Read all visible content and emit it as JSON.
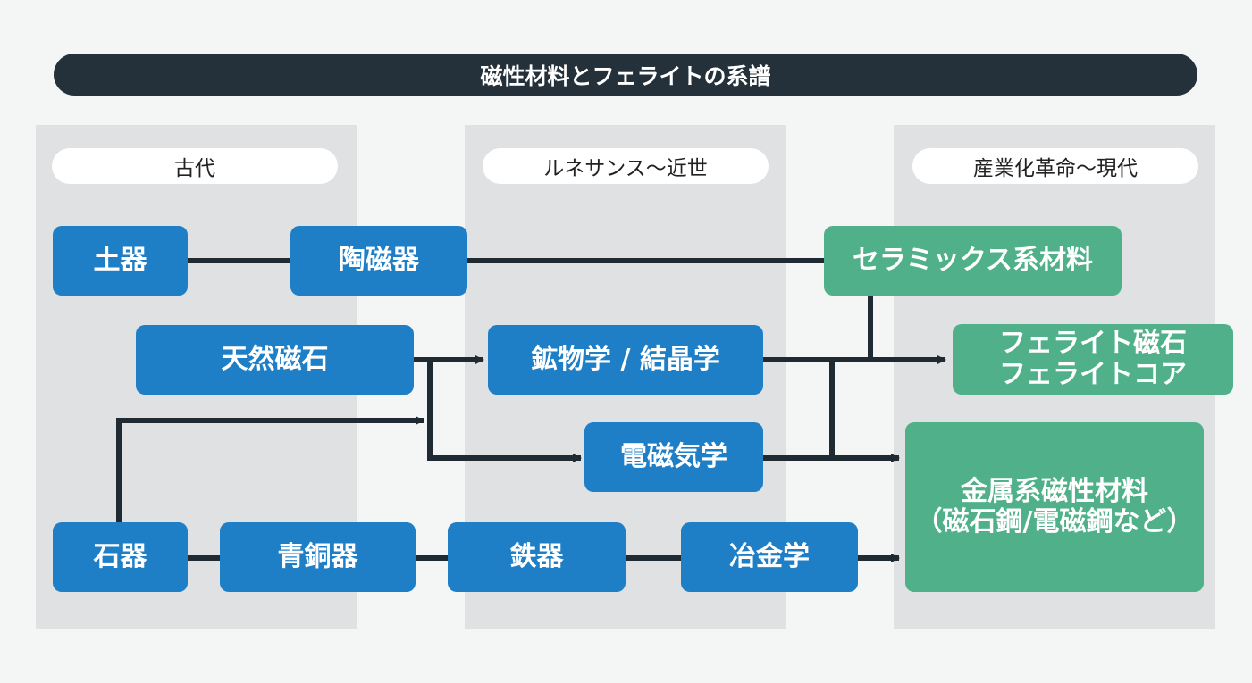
{
  "title": "磁性材料とフェライトの系譜",
  "eras": [
    "古代",
    "ルネサンス〜近世",
    "産業化革命〜現代"
  ],
  "nodes": {
    "doki": "土器",
    "tojiki": "陶磁器",
    "ceramics": "セラミックス系材料",
    "tennen_jiseki": "天然磁石",
    "kobutsugaku": "鉱物学 / 結晶学",
    "ferrite_line1": "フェライト磁石",
    "ferrite_line2": "フェライトコア",
    "denjikigaku": "電磁気学",
    "kinzoku_line1": "金属系磁性材料",
    "kinzoku_line2": "（磁石鋼/電磁鋼など）",
    "sekki": "石器",
    "seidouki": "青銅器",
    "tekki": "鉄器",
    "yakingaku": "冶金学"
  },
  "colors": {
    "title_bg": "#25313a",
    "column_bg": "#dfe1e3",
    "node_blue": "#1e7fc7",
    "node_green": "#4fb08a",
    "connector": "#1f2a33"
  }
}
